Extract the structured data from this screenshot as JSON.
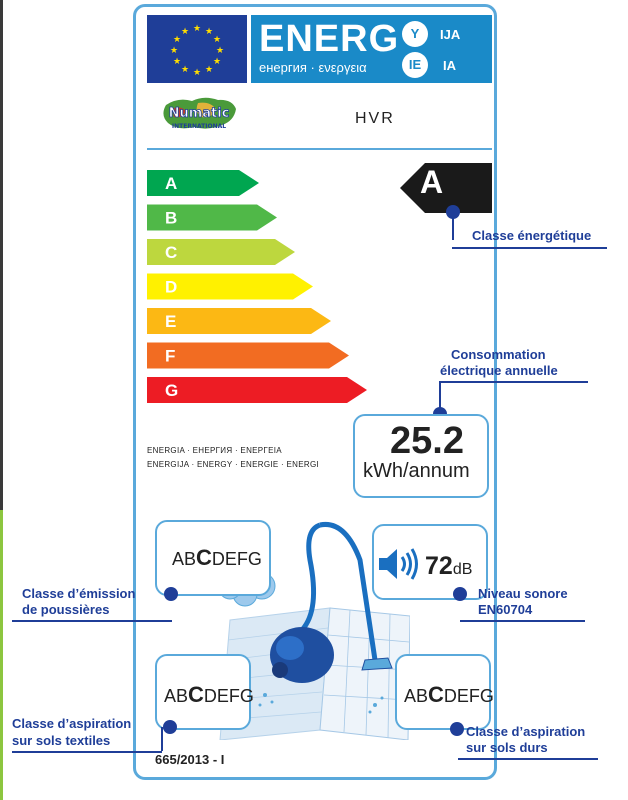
{
  "energy_header": {
    "title": "ENERG",
    "subtitle": "енергия · ενεργεια",
    "language_codes": [
      "Y",
      "IJA",
      "IE",
      "IA"
    ]
  },
  "brand": {
    "logo_text": "Numatic",
    "logo_subtext": "INTERNATIONAL"
  },
  "model": "HVR",
  "efficiency_scale": {
    "classes": [
      "A",
      "B",
      "C",
      "D",
      "E",
      "F",
      "G"
    ],
    "colors": [
      "#00a650",
      "#50b848",
      "#bdd73e",
      "#fff100",
      "#fcb814",
      "#f26c22",
      "#ed1c24"
    ]
  },
  "energy_class": {
    "value": "A",
    "label": "Classe énergétique"
  },
  "annual_consumption": {
    "label_line1": "Consommation",
    "label_line2": "électrique annuelle",
    "value": "25.2",
    "unit": "kWh/annum"
  },
  "energy_words": {
    "line1": "ENERGIA · ЕНЕРГИЯ · ΕΝΕΡΓΕΙΑ",
    "line2": "ENERGIJA · ENERGY · ENERGIE · ENERGI"
  },
  "dust_emission": {
    "scale_prefix": "AB",
    "scale_active": "C",
    "scale_suffix": "DEFG",
    "label_line1": "Classe d’émission",
    "label_line2": "de poussières"
  },
  "noise": {
    "value": "72",
    "unit": "dB",
    "label_line1": "Niveau sonore",
    "label_line2": "EN60704"
  },
  "carpet_cleaning": {
    "scale_prefix": "AB",
    "scale_active": "C",
    "scale_suffix": "DEFG",
    "label_line1": "Classe d’aspiration",
    "label_line2": "sur sols textiles"
  },
  "hard_floor_cleaning": {
    "scale_prefix": "AB",
    "scale_active": "C",
    "scale_suffix": "DEFG",
    "label_line1": "Classe d’aspiration",
    "label_line2": "sur sols durs"
  },
  "regulation": "665/2013 - I"
}
